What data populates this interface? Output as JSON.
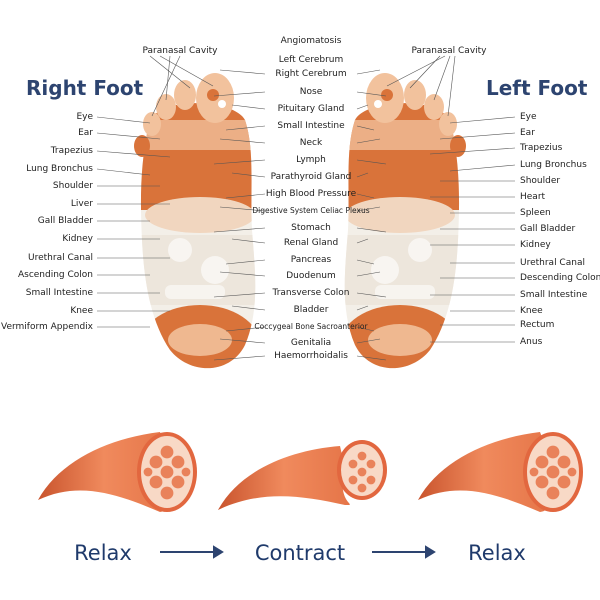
{
  "titles": {
    "right_foot": "Right Foot",
    "left_foot": "Left Foot"
  },
  "right_labels": [
    "Eye",
    "Ear",
    "Trapezius",
    "Lung Bronchus",
    "Shoulder",
    "Liver",
    "Gall Bladder",
    "Kidney",
    "Urethral Canal",
    "Ascending Colon",
    "Small Intestine",
    "Knee",
    "Vermiform Appendix"
  ],
  "left_labels": [
    "Eye",
    "Ear",
    "Trapezius",
    "Lung Bronchus",
    "Shoulder",
    "Heart",
    "Spleen",
    "Gall Bladder",
    "Kidney",
    "Urethral Canal",
    "Descending Colon",
    "Small Intestine",
    "Knee",
    "Rectum",
    "Anus"
  ],
  "center_labels": [
    "Angiomatosis",
    "Left Cerebrum",
    "Right Cerebrum",
    "Nose",
    "Pituitary Gland",
    "Small Intestine",
    "Neck",
    "Lymph",
    "Parathyroid Gland",
    "High Blood Pressure",
    "Digestive System Celiac Plexus",
    "Stomach",
    "Renal Gland",
    "Pancreas",
    "Duodenum",
    "Transverse Colon",
    "Bladder",
    "Coccygeal Bone Sacroanterior",
    "Genitalia",
    "Haemorrhoidalis"
  ],
  "top_labels": {
    "paranasal_left": "Paranasal Cavity",
    "paranasal_right": "Paranasal Cavity"
  },
  "muscle_states": [
    "Relax",
    "Contract",
    "Relax"
  ],
  "colors": {
    "title": "#2d4470",
    "foot_orange": "#d9733a",
    "foot_light": "#f4c9a6",
    "foot_cream": "#f3efe8",
    "muscle": "#e9825a",
    "muscle_fiber": "#f7a886",
    "arrow": "#2d4470"
  }
}
